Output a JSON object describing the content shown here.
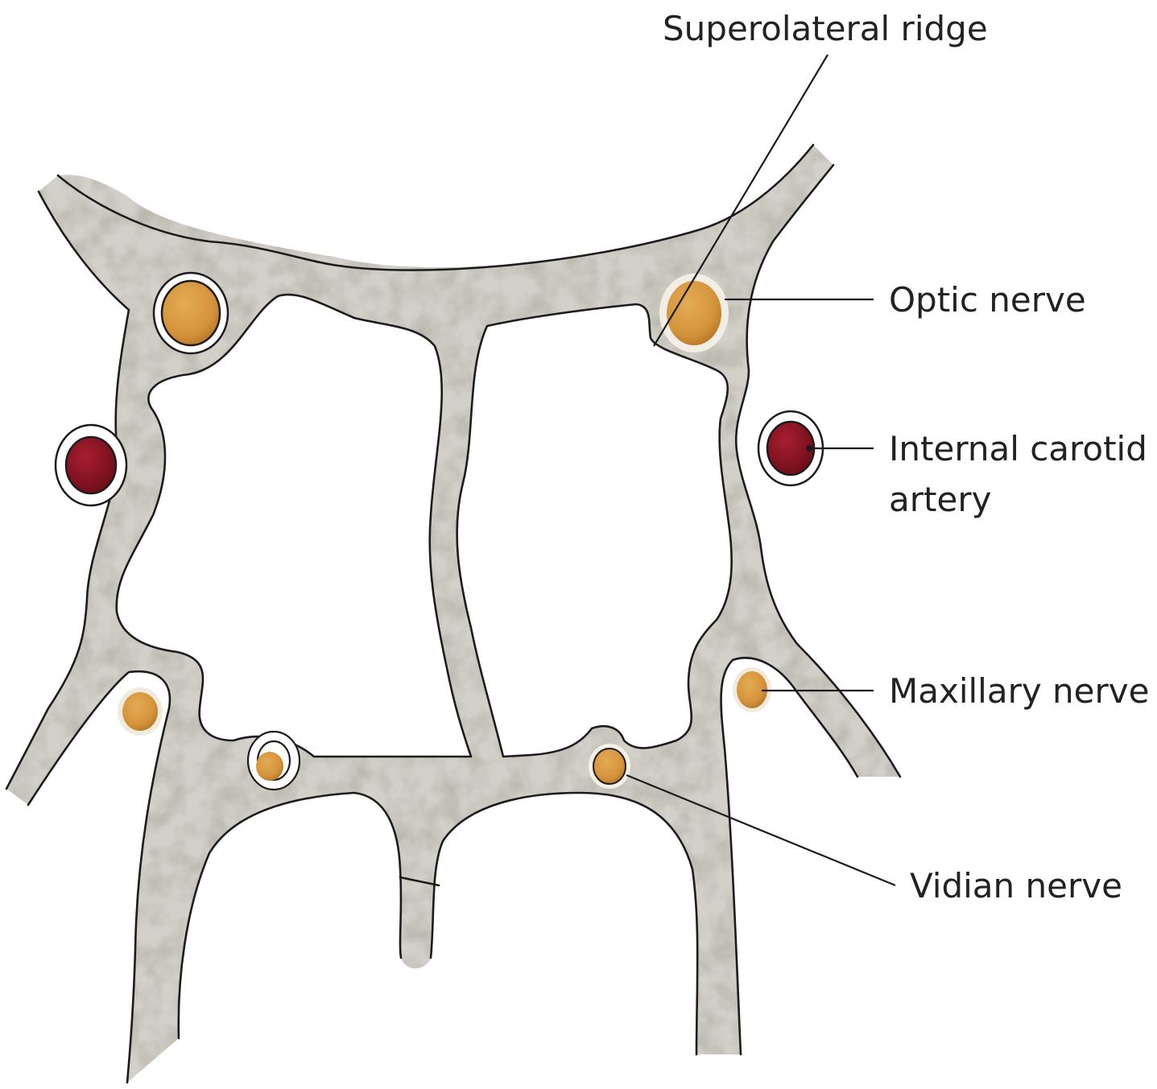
{
  "labels": {
    "superolateral_ridge": "Superolateral ridge",
    "optic_nerve": "Optic nerve",
    "internal_carotid_line1": "Internal carotid",
    "internal_carotid_line2": "artery",
    "maxillary_nerve": "Maxillary nerve",
    "vidian_nerve": "Vidian nerve"
  },
  "colors": {
    "bone_fill": "#d3d0c9",
    "bone_speckle": "#9a9587",
    "nerve_fill": "#d99b3e",
    "artery_fill": "#8e1422",
    "outline": "#1c1c1c"
  }
}
